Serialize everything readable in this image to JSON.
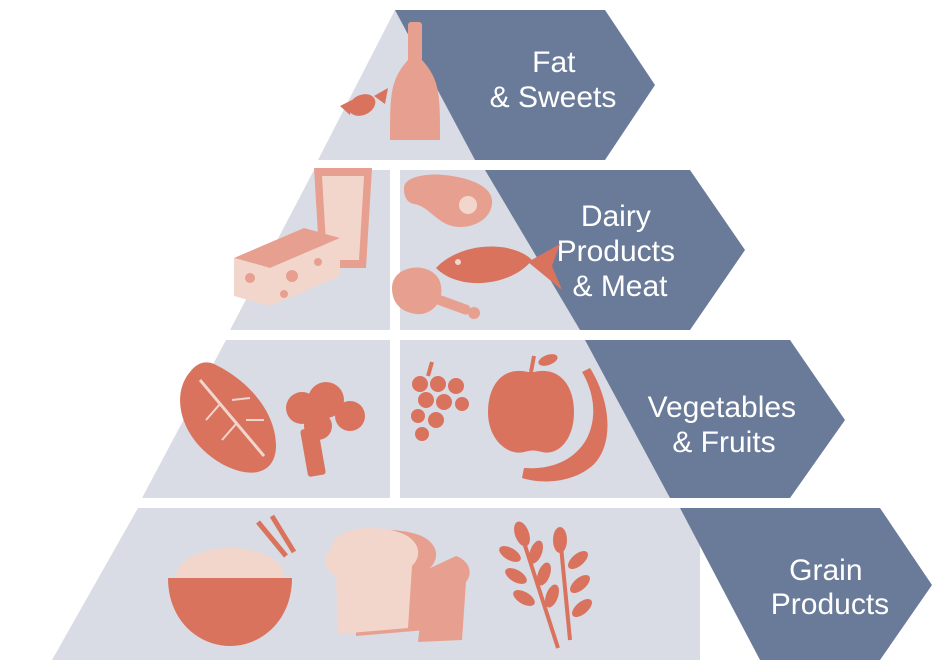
{
  "title": "",
  "colors": {
    "tier_fill": "#d9dce4",
    "label_fill": "#6a7b9a",
    "label_text": "#ffffff",
    "food_dark": "#d9735e",
    "food_mid": "#e7a08f",
    "food_light": "#f2d6cc",
    "background": "#ffffff"
  },
  "tiers": [
    {
      "id": "fat-sweets",
      "label_lines": [
        "Fat",
        "& Sweets"
      ],
      "icons": [
        "candy-icon",
        "oil-bottle-icon"
      ]
    },
    {
      "id": "dairy-meat",
      "label_lines": [
        "Dairy",
        "Products",
        "& Meat"
      ],
      "icons": [
        "milk-glass-icon",
        "cheese-icon",
        "steak-icon",
        "fish-icon",
        "chicken-leg-icon"
      ]
    },
    {
      "id": "vegetables-fruits",
      "label_lines": [
        "Vegetables",
        "& Fruits"
      ],
      "icons": [
        "lettuce-leaf-icon",
        "broccoli-icon",
        "grapes-icon",
        "apple-icon",
        "banana-icon"
      ]
    },
    {
      "id": "grain",
      "label_lines": [
        "Grain",
        "Products"
      ],
      "icons": [
        "rice-bowl-icon",
        "bread-icon",
        "wheat-icon"
      ]
    }
  ]
}
